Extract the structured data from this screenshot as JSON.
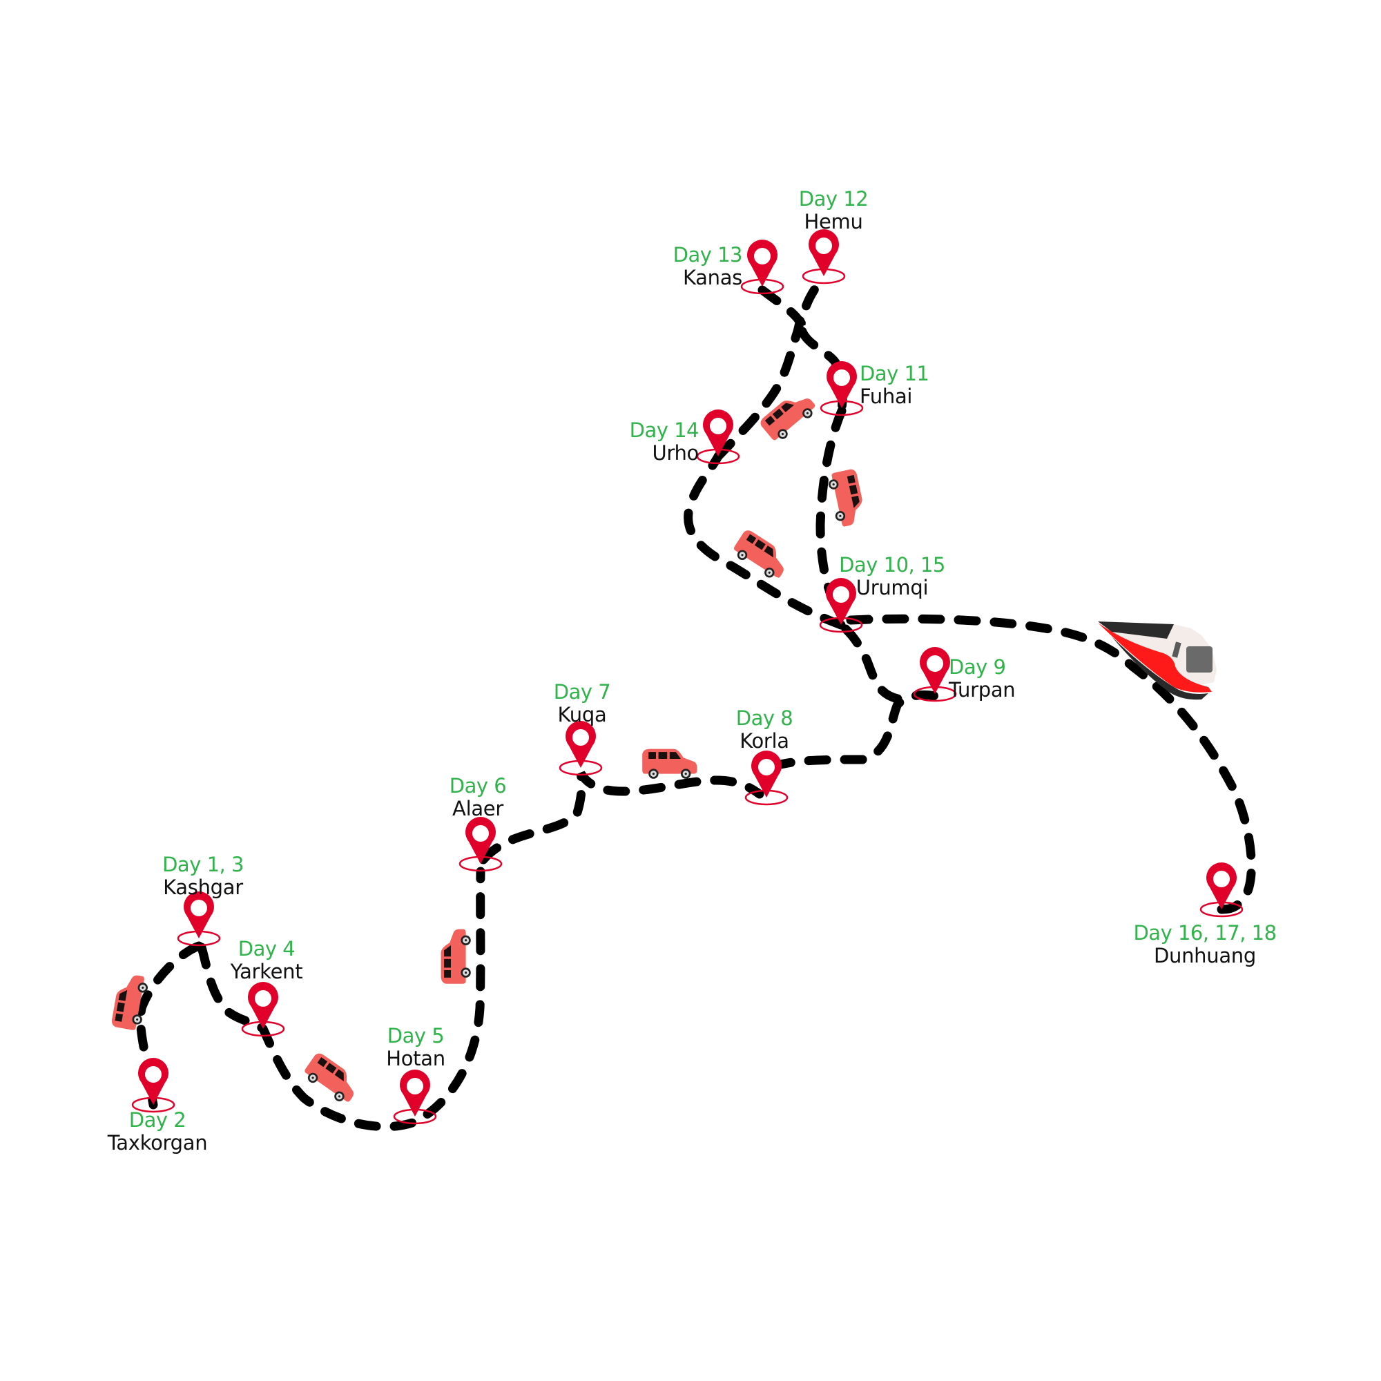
{
  "colors": {
    "pin": "#e0002a",
    "day_label": "#2fb34a",
    "city_label": "#111111",
    "route": "#000000",
    "car": "#f2615c",
    "train_body": "#ff1a1a"
  },
  "stops": [
    {
      "day": "Day 1, 3",
      "city": "Kashgar"
    },
    {
      "day": "Day 2",
      "city": "Taxkorgan"
    },
    {
      "day": "Day 4",
      "city": "Yarkent"
    },
    {
      "day": "Day 5",
      "city": "Hotan"
    },
    {
      "day": "Day 6",
      "city": "Alaer"
    },
    {
      "day": "Day 7",
      "city": "Kuqa"
    },
    {
      "day": "Day 8",
      "city": "Korla"
    },
    {
      "day": "Day 9",
      "city": "Turpan"
    },
    {
      "day": "Day 10, 15",
      "city": "Urumqi"
    },
    {
      "day": "Day 11",
      "city": "Fuhai"
    },
    {
      "day": "Day 12",
      "city": "Hemu"
    },
    {
      "day": "Day 13",
      "city": "Kanas"
    },
    {
      "day": "Day 14",
      "city": "Urho"
    },
    {
      "day": "Day 16, 17, 18",
      "city": "Dunhuang"
    }
  ],
  "icons": {
    "pin": "map-pin-icon",
    "car": "car-icon",
    "train": "train-icon"
  }
}
